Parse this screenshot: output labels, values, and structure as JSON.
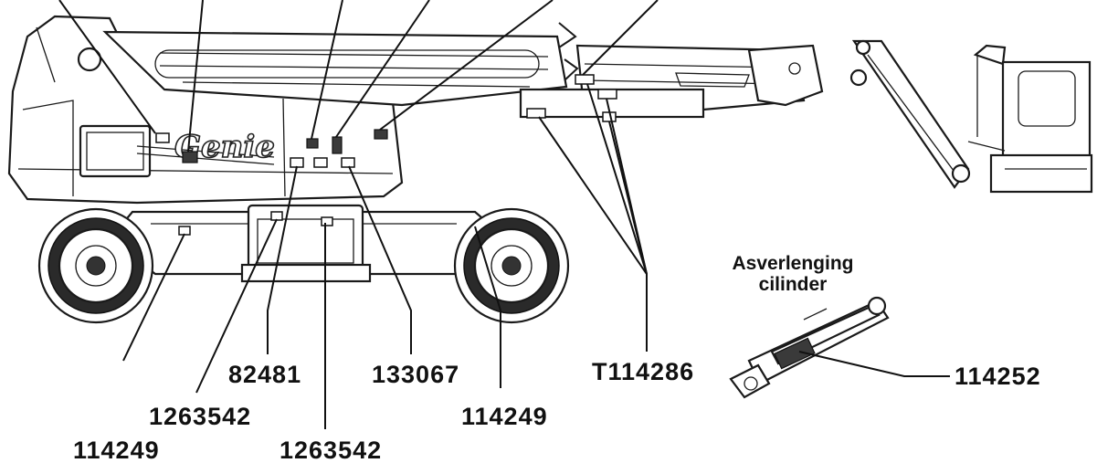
{
  "brand": "Genie",
  "cylinder_caption": [
    "Asverlenging",
    "cilinder"
  ],
  "callouts": {
    "left_bottom": "114249",
    "mid_lower": "1263542",
    "center_bottom": "1263542",
    "decal_82481": "82481",
    "decal_133067": "133067",
    "wheel_right": "114249",
    "boom": "T114286",
    "cylinder": "114252"
  }
}
